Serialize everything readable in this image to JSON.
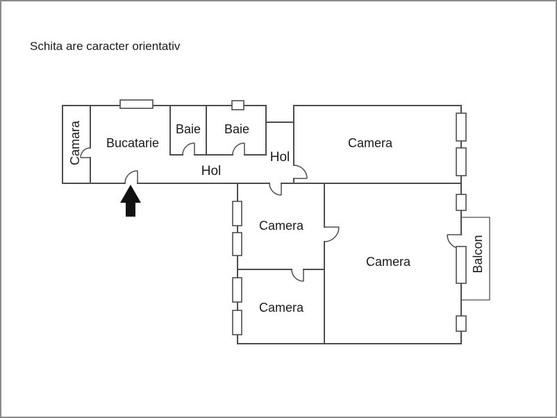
{
  "title": "Schita are caracter orientativ",
  "colors": {
    "wall": "#4d4d4d",
    "door": "#4d4d4d",
    "window_border": "#4d4d4d",
    "balcony": "#4d4d4d",
    "text": "#1a1a1a",
    "arrow": "#111111",
    "frame_border": "#8a8a8a",
    "background": "#ffffff"
  },
  "labels": {
    "camara": "Camara",
    "bucatarie": "Bucatarie",
    "baie_1": "Baie",
    "baie_2": "Baie",
    "hol_main": "Hol",
    "hol_upper": "Hol",
    "camera_top": "Camera",
    "camera_middle": "Camera",
    "camera_lower": "Camera",
    "camera_big": "Camera",
    "balcon": "Balcon"
  }
}
